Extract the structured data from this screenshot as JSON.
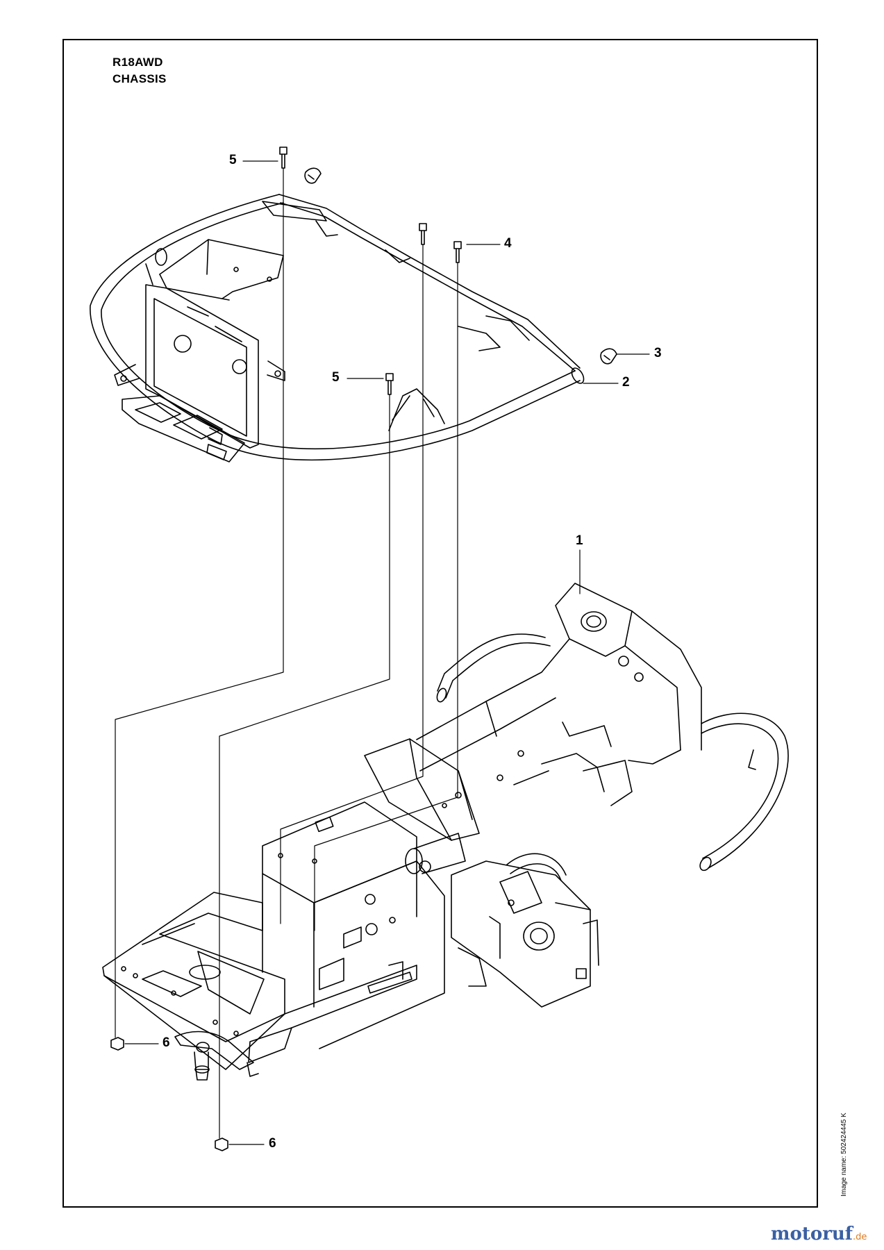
{
  "header": {
    "model": "R18AWD",
    "section": "CHASSIS"
  },
  "callouts": [
    {
      "id": "c1",
      "label": "1"
    },
    {
      "id": "c2",
      "label": "2"
    },
    {
      "id": "c3",
      "label": "3"
    },
    {
      "id": "c4",
      "label": "4"
    },
    {
      "id": "c5a",
      "label": "5"
    },
    {
      "id": "c5b",
      "label": "5"
    },
    {
      "id": "c6a",
      "label": "6"
    },
    {
      "id": "c6b",
      "label": "6"
    }
  ],
  "footer": {
    "image_code": "Image name: 502424445 K",
    "brand_main": "motoruf",
    "brand_tld": ".de"
  },
  "colors": {
    "line": "#000000",
    "brand_main": "#3a5fa3",
    "brand_tld": "#e07a1f",
    "background": "#ffffff"
  }
}
